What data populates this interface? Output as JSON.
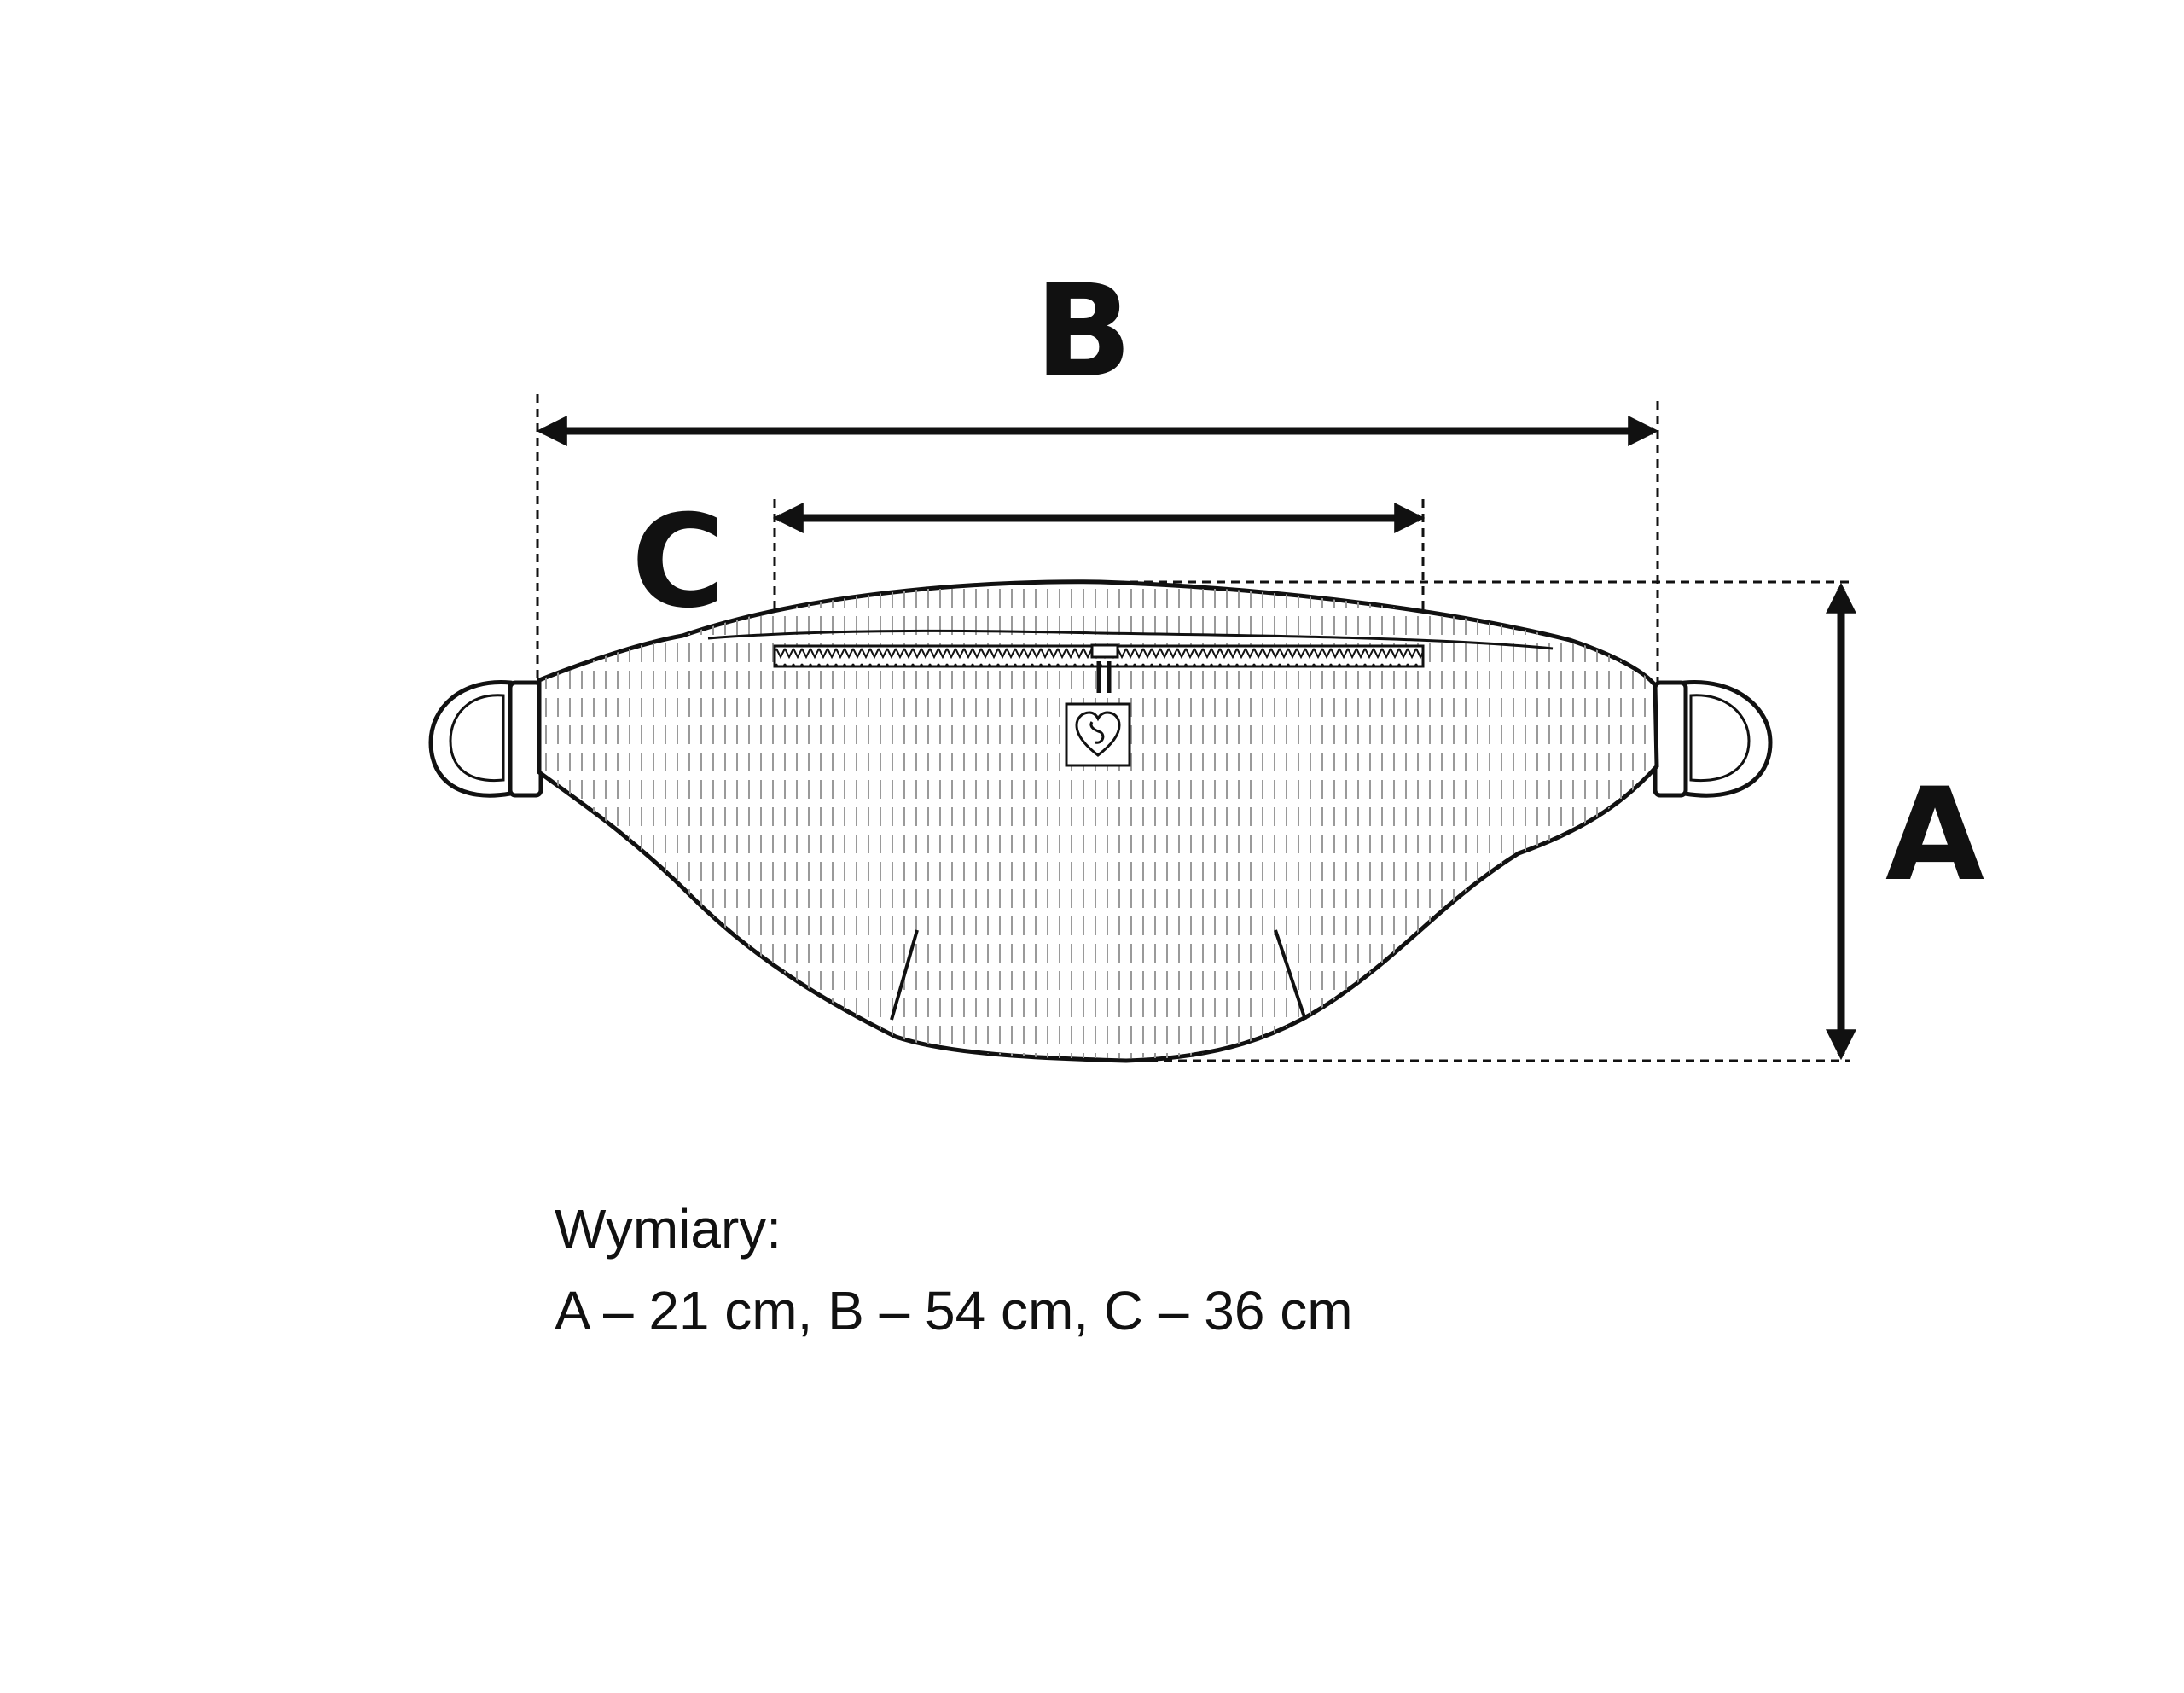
{
  "labels": {
    "a": "A",
    "b": "B",
    "c": "C"
  },
  "caption": {
    "title": "Wymiary:",
    "values": "A – 21 cm, B – 54 cm, C – 36 cm"
  },
  "colors": {
    "line": "#111111",
    "hatch": "#9a9a9a",
    "background": "#ffffff"
  },
  "icons": {
    "logo": "heart-ds-logo-icon"
  }
}
